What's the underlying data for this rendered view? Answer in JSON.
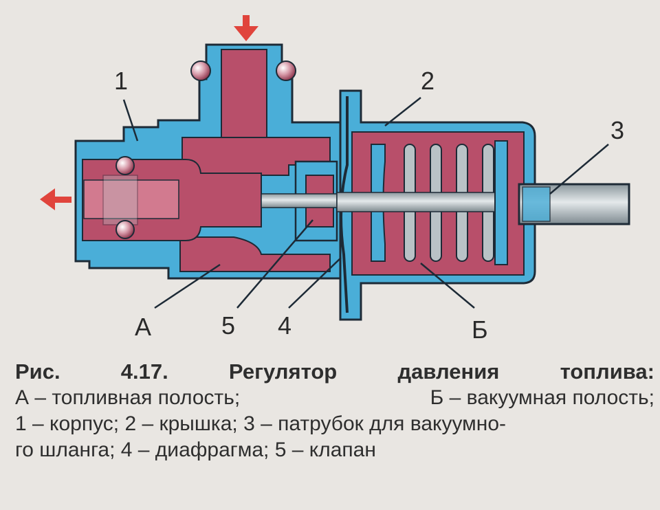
{
  "diagram": {
    "labels": {
      "n1": "1",
      "n2": "2",
      "n3": "3",
      "A": "А",
      "n5": "5",
      "n4": "4",
      "B": "Б"
    },
    "colors": {
      "blue": "#4aaed8",
      "red": "#b84f6a",
      "red_light": "#d27a8f",
      "steel": "#b9c2c6",
      "outline": "#1d2a36",
      "arrow": "#e0443c"
    }
  },
  "caption": {
    "prefix": "Рис.",
    "number": "4.17.",
    "title_word1": "Регулятор",
    "title_word2": "давления",
    "title_word3": "топлива:",
    "line1_a": "А – топливная полость;",
    "line1_b": "Б – вакуумная полость;",
    "line2": "1 – корпус; 2 – крышка; 3 – патрубок для вакуумно-",
    "line3": "го шланга; 4 – диафрагма; 5 – клапан"
  }
}
